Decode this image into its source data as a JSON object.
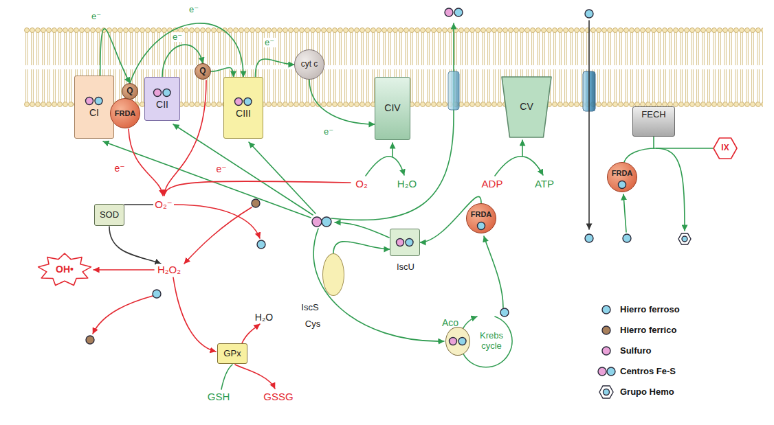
{
  "diagram": {
    "nodes": [
      {
        "text": [
          "CI"
        ]
      },
      {
        "text": [
          "FRDA"
        ]
      },
      {
        "text": [
          "Q"
        ]
      },
      {
        "text": [
          "CII"
        ]
      },
      {
        "text": [
          "Q"
        ]
      },
      {
        "text": [
          "CIII"
        ]
      },
      {
        "text": [
          "cyt c"
        ]
      },
      {
        "text": [
          "CIV"
        ]
      },
      {
        "text": [
          "CV"
        ]
      },
      {
        "text": [
          "FECH"
        ]
      },
      {
        "text": [
          "IX"
        ]
      },
      {
        "text": [
          "FRDA"
        ]
      },
      {
        "text": [
          "SOD"
        ]
      },
      {
        "text": [
          "OH•"
        ]
      },
      {
        "text": [
          "IscS"
        ]
      },
      {
        "text": [
          "IscU"
        ]
      },
      {
        "text": [
          "FRDA"
        ]
      },
      {
        "text": [
          "Aco"
        ]
      },
      {
        "text": [
          "GPx"
        ]
      }
    ],
    "edges": [
      {
        "from": 0,
        "to": 2,
        "arrow": "to",
        "label": "e⁻"
      },
      {
        "from": 2,
        "to": 5,
        "arrow": "to",
        "label": "e⁻"
      },
      {
        "from": 3,
        "to": 4,
        "arrow": "to",
        "label": "e⁻"
      },
      {
        "from": 4,
        "to": 5,
        "arrow": "to"
      },
      {
        "from": 5,
        "to": 6,
        "arrow": "to",
        "label": "e⁻"
      },
      {
        "from": 6,
        "to": 7,
        "arrow": "to",
        "label": "e⁻"
      },
      {
        "from": 14,
        "to": 15,
        "arrow": "to"
      },
      {
        "from": 16,
        "to": 15,
        "arrow": "to"
      }
    ],
    "labels": [
      "e⁻",
      "e⁻",
      "O₂",
      "H₂O",
      "ADP",
      "ATP",
      "O₂⁻",
      "H₂O₂",
      "H₂O",
      "GSH",
      "GSSG",
      "Cys",
      "Krebs cycle"
    ],
    "legend": [
      {
        "text": "Hierro ferroso"
      },
      {
        "text": "Hierro ferrico"
      },
      {
        "text": "Sulfuro"
      },
      {
        "text": "Centros Fe-S"
      },
      {
        "text": "Grupo Hemo"
      }
    ]
  }
}
